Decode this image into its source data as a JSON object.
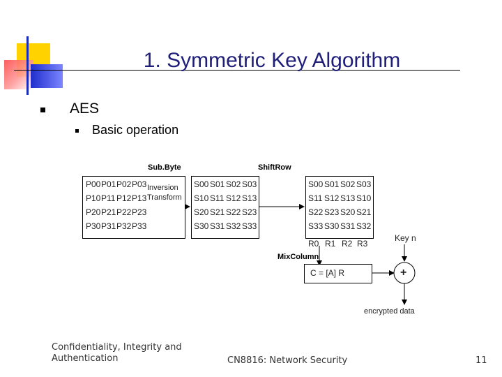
{
  "title": "1. Symmetric Key Algorithm",
  "bullets": {
    "level1": "AES",
    "level2": "Basic operation"
  },
  "diagram": {
    "subbyte_label": "Sub.Byte",
    "shiftrow_label": "ShiftRow",
    "mixcolumn_label": "MixColumn",
    "inversion_line1": "Inversion",
    "inversion_line2": "Transform",
    "p_matrix": [
      [
        "P00",
        "P01",
        "P02",
        "P03"
      ],
      [
        "P10",
        "P11",
        "P12",
        "P13"
      ],
      [
        "P20",
        "P21",
        "P22",
        "P23"
      ],
      [
        "P30",
        "P31",
        "P32",
        "P33"
      ]
    ],
    "s_matrix": [
      [
        "S00",
        "S01",
        "S02",
        "S03"
      ],
      [
        "S10",
        "S11",
        "S12",
        "S13"
      ],
      [
        "S20",
        "S21",
        "S22",
        "S23"
      ],
      [
        "S30",
        "S31",
        "S32",
        "S33"
      ]
    ],
    "s_shifted": [
      [
        "S00",
        "S01",
        "S02",
        "S03"
      ],
      [
        "S11",
        "S12",
        "S13",
        "S10"
      ],
      [
        "S22",
        "S23",
        "S20",
        "S21"
      ],
      [
        "S33",
        "S30",
        "S31",
        "S32"
      ]
    ],
    "r_labels": [
      "R0",
      "R1",
      "R2",
      "R3"
    ],
    "key_label": "Key n",
    "equation": "C = [A] R",
    "plus": "+",
    "output_label": "encrypted data"
  },
  "footer": {
    "left_line1": "Confidentiality, Integrity and",
    "left_line2": "Authentication",
    "center": "CN8816: Network Security",
    "page_number": "11"
  }
}
